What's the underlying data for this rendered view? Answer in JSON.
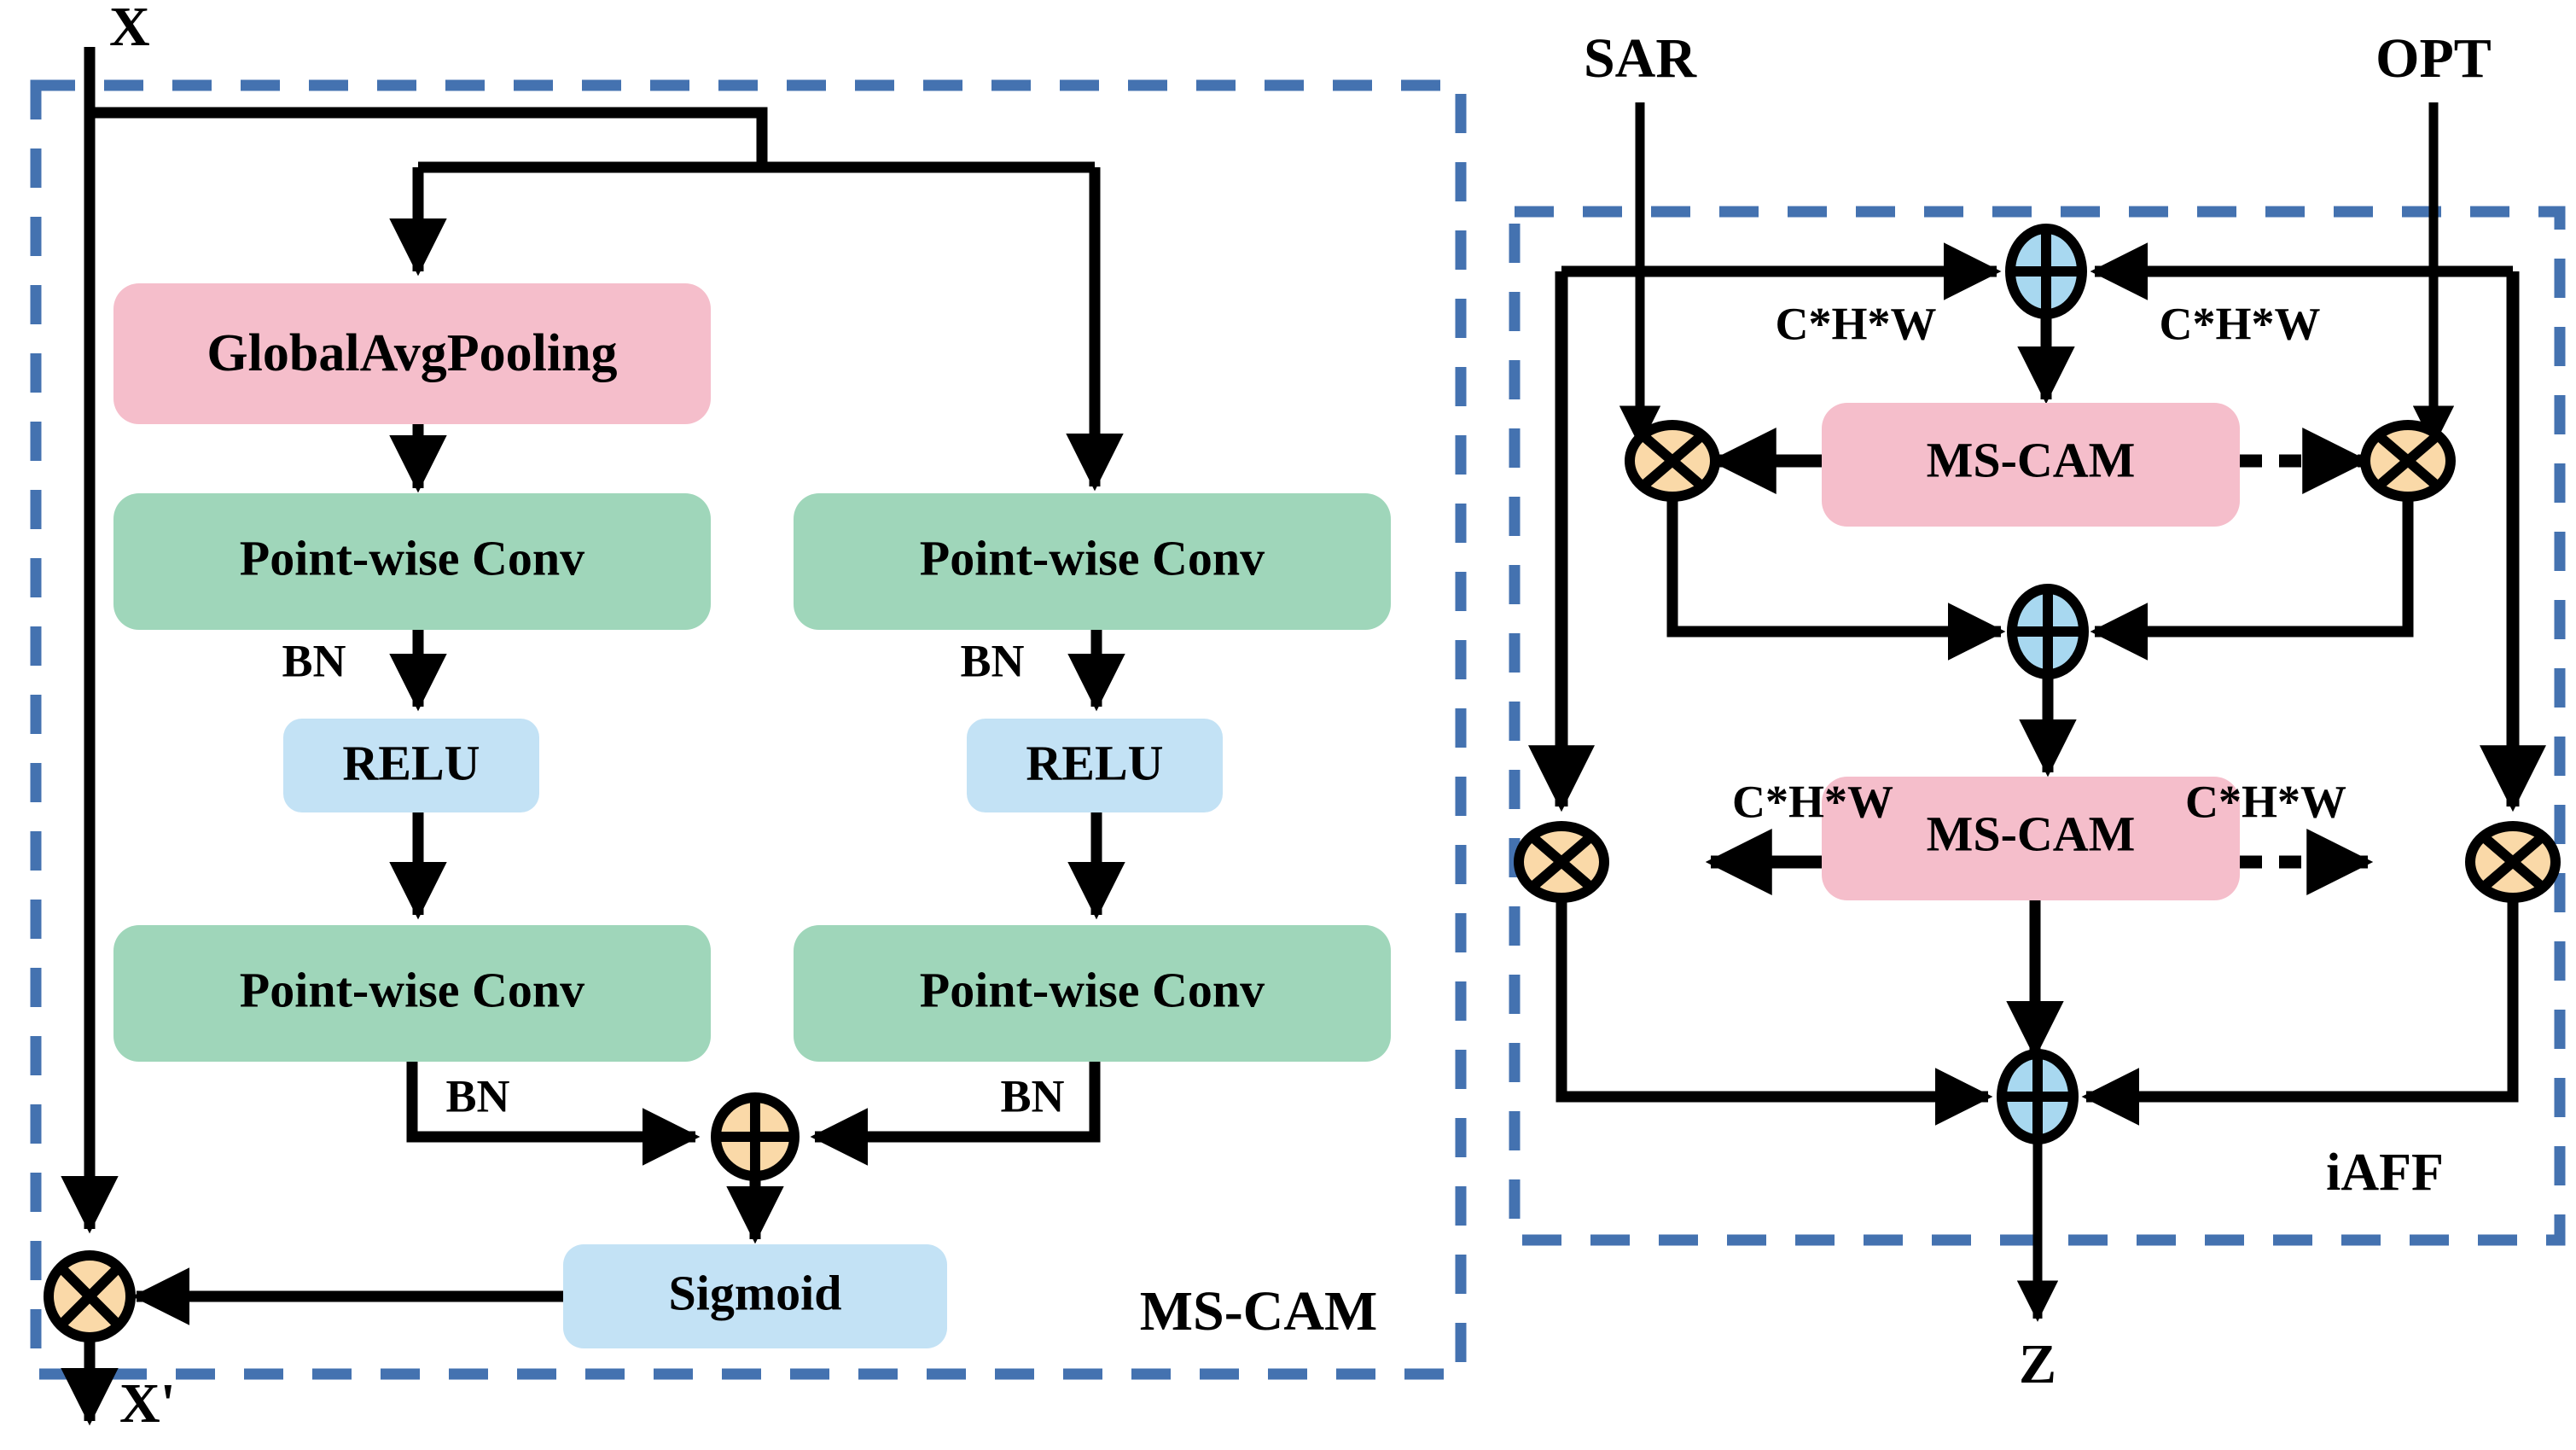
{
  "figure": {
    "title": "MS-CAM and iAFF attention fusion module diagram",
    "background": "#ffffff"
  },
  "colors": {
    "pink": "#F5BECB",
    "green": "#9FD6BA",
    "light_blue": "#C3E2F5",
    "orange": "#FAD9A8",
    "dashed_border_blue": "#4472B0",
    "line_black": "#000000"
  },
  "left_panel": {
    "caption": "MS-CAM",
    "input_label": "X",
    "output_label": "X'",
    "blocks": {
      "global_avg_pooling": "GlobalAvgPooling",
      "pointwise_conv_left_1": "Point-wise Conv",
      "pointwise_conv_left_2": "Point-wise Conv",
      "pointwise_conv_right_1": "Point-wise Conv",
      "pointwise_conv_right_2": "Point-wise Conv",
      "relu_left": "RELU",
      "relu_right": "RELU",
      "sigmoid": "Sigmoid"
    },
    "edge_labels": {
      "bn_left_1": "BN",
      "bn_right_1": "BN",
      "bn_left_2": "BN",
      "bn_right_2": "BN"
    },
    "operators": {
      "add": "plus-operator",
      "multiply": "multiply-operator"
    }
  },
  "right_panel": {
    "caption": "iAFF",
    "input_left_label": "SAR",
    "input_right_label": "OPT",
    "output_label": "Z",
    "blocks": {
      "ms_cam_upper": "MS-CAM",
      "ms_cam_lower": "MS-CAM"
    },
    "edge_labels": {
      "dim_top_left": "C*H*W",
      "dim_top_right": "C*H*W",
      "dim_bottom_left": "C*H*W",
      "dim_bottom_right": "C*H*W"
    },
    "operators": {
      "add_top": "plus-operator",
      "add_middle": "plus-operator",
      "add_bottom": "plus-operator",
      "multiply_upper_left": "multiply-operator",
      "multiply_upper_right": "multiply-operator",
      "multiply_lower_left": "multiply-operator",
      "multiply_lower_right": "multiply-operator"
    }
  }
}
